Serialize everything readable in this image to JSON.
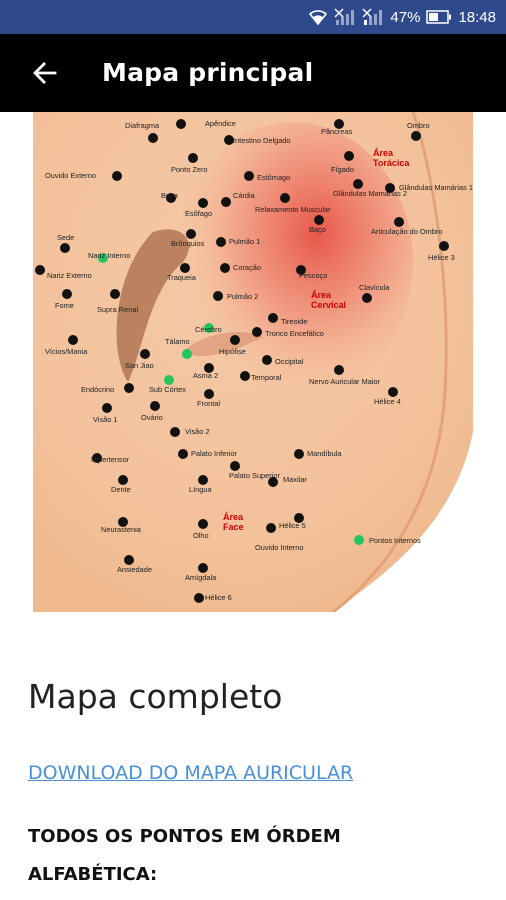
{
  "status_bar": {
    "battery_percent": "47%",
    "time": "18:48",
    "icons": [
      "wifi-icon",
      "signal-icon",
      "signal-icon",
      "battery-icon"
    ]
  },
  "app_bar": {
    "title": "Mapa principal",
    "back_icon": "arrow-left-icon"
  },
  "ear_map": {
    "dot_colors": {
      "point": "#111111",
      "internal": "#22c55e",
      "area_label": "#d10000"
    },
    "areas": [
      "Área Torácica",
      "Área Cervical",
      "Área Face"
    ],
    "points": [
      "Apêndice",
      "Diafragma",
      "Intestino Delgado",
      "Pâncreas",
      "Ombro",
      "Ponto Zero",
      "Estômago",
      "Fígado",
      "Ouvido Externo",
      "Boca",
      "Cárdia",
      "Glândulas Mamárias 2",
      "Glândulas Mamárias 1",
      "Esôfago",
      "Relaxamento Muscular",
      "Baço",
      "Articulação do Ombro",
      "Sede",
      "Brônquios",
      "Pulmão 1",
      "Nariz Interno",
      "Hélice 3",
      "Nariz Externo",
      "Traqueia",
      "Coração",
      "Pescoço",
      "Clavícula",
      "Fome",
      "Supra Renal",
      "Pulmão 2",
      "Tireoide",
      "Cérebro",
      "Tronco Encefálico",
      "Vícios/Mania",
      "San Jiao",
      "Tálamo",
      "Hipófise",
      "Occipital",
      "Nervo Auricular Maior",
      "Endócrino",
      "Sub Córtex",
      "Asma 2",
      "Temporal",
      "Hélice 4",
      "Visão 1",
      "Ovário",
      "Frontal",
      "Visão 2",
      "Mandíbula",
      "Hipertensor",
      "Palato Inferior",
      "Palato Superior",
      "Maxilar",
      "Dente",
      "Língua",
      "Neurastenia",
      "Olho",
      "Hélice 5",
      "Ouvido Interno",
      "Ansiedade",
      "Amígdala",
      "Hélice 6"
    ],
    "legend": "Pontos Internos"
  },
  "content": {
    "section_title": "Mapa completo",
    "download_link": "DOWNLOAD DO MAPA AURICULAR",
    "alphabetical_heading": "TODOS OS PONTOS EM ÓRDEM ALFABÉTICA:"
  }
}
